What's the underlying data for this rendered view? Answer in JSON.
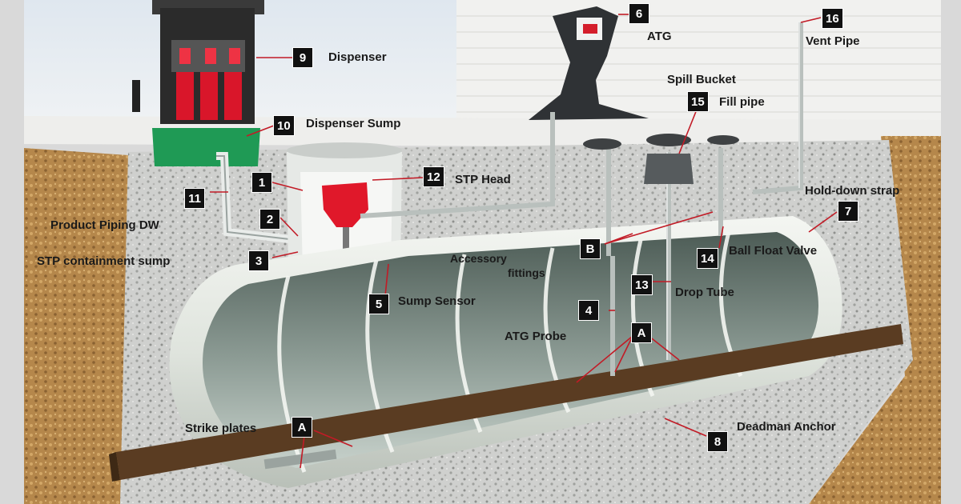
{
  "labels": {
    "dispenser": "Dispenser",
    "dispenser_sump": "Dispenser Sump",
    "atg": "ATG",
    "vent_pipe": "Vent Pipe",
    "spill_bucket": "Spill Bucket",
    "fill_pipe": "Fill pipe",
    "stp_head": "STP Head",
    "hold_down_strap": "Hold-down strap",
    "product_piping_dw": "Product Piping DW",
    "stp_containment_sump": "STP containment sump",
    "accessory_fittings_1": "Accessory",
    "accessory_fittings_2": "fittings",
    "ball_float_valve": "Ball Float Valve",
    "drop_tube": "Drop Tube",
    "sump_sensor": "Sump Sensor",
    "atg_probe": "ATG Probe",
    "deadman_anchor": "Deadman Anchor",
    "strike_plates": "Strike plates"
  },
  "badges": {
    "b1": "1",
    "b2": "2",
    "b3": "3",
    "b4": "4",
    "b5": "5",
    "b6": "6",
    "b7": "7",
    "b8": "8",
    "b9": "9",
    "b10": "10",
    "b11": "11",
    "b12": "12",
    "b13": "13",
    "b14": "14",
    "b15": "15",
    "b16": "16",
    "bA1": "A",
    "bA2": "A",
    "bB": "B"
  },
  "colors": {
    "soil": "#b88a4e",
    "gravel": "#c9cac8",
    "tank": "#e4e8e2",
    "tank_inside": "#6f7f78",
    "sump_green": "#1f9a55",
    "stp_red": "#e0182a",
    "anchor": "#5a3c22",
    "badge": "#111111"
  }
}
